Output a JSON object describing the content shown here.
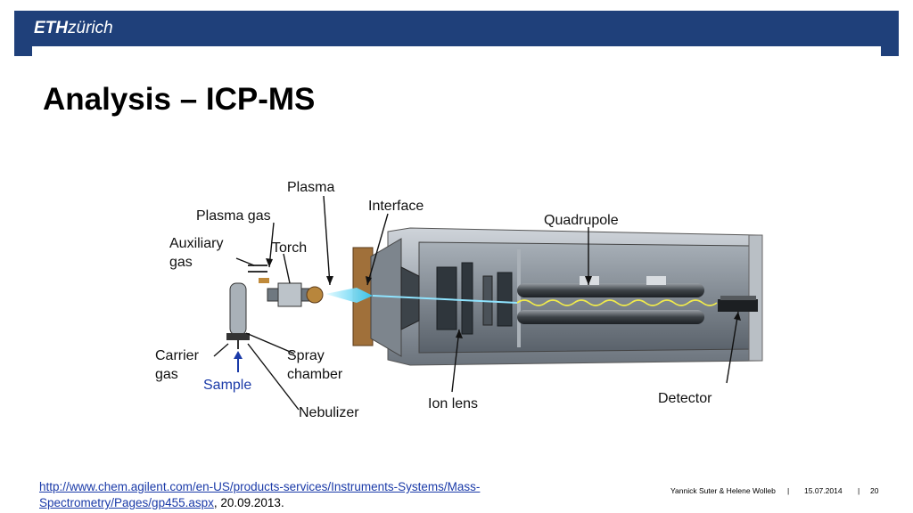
{
  "header": {
    "logo_eth": "ETH",
    "logo_zurich": "zürich"
  },
  "slide": {
    "title": "Analysis – ICP-MS"
  },
  "figure": {
    "labels": {
      "plasma": "Plasma",
      "interface": "Interface",
      "plasma_gas": "Plasma gas",
      "quadrupole": "Quadrupole",
      "auxiliary": "Auxiliary",
      "gas1": "gas",
      "torch": "Torch",
      "carrier": "Carrier",
      "gas2": "gas",
      "spray": "Spray",
      "chamber": "chamber",
      "sample": "Sample",
      "ion_lens": "Ion lens",
      "detector": "Detector",
      "nebulizer": "Nebulizer"
    }
  },
  "source": {
    "link_line1": "http://www.chem.agilent.com/en-US/products-services/Instruments-Systems/Mass-",
    "link_line2": "Spectrometry/Pages/gp455.aspx",
    "date": ", 20.09.2013."
  },
  "footer": {
    "authors": "Yannick Suter & Helene Wolleb",
    "sep1": "|",
    "date": "15.07.2014",
    "sep2": "|",
    "page": "20"
  }
}
